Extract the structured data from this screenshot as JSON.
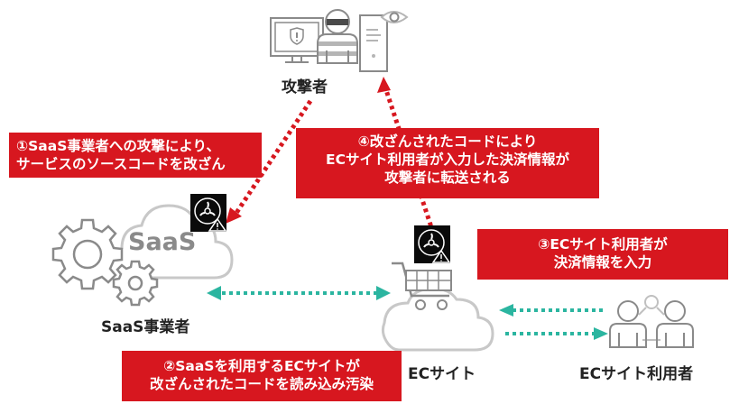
{
  "nodes": {
    "attacker": {
      "label": "攻撃者"
    },
    "saas": {
      "label": "SaaS事業者",
      "cloud_text": "SaaS"
    },
    "ec_site": {
      "label": "ECサイト"
    },
    "ec_user": {
      "label": "ECサイト利用者"
    }
  },
  "steps": [
    {
      "lines": [
        "①SaaS事業者への攻撃により、",
        "サービスのソースコードを改ざん"
      ]
    },
    {
      "lines": [
        "②SaaSを利用するECサイトが",
        "改ざんされたコードを読み込み汚染"
      ]
    },
    {
      "lines": [
        "③ECサイト利用者が",
        "決済情報を入力"
      ]
    },
    {
      "lines": [
        "④改ざんされたコードにより",
        "ECサイト利用者が入力した決済情報が",
        "攻撃者に転送される"
      ]
    }
  ],
  "colors": {
    "alert_red": "#d7171f",
    "flow_teal": "#2bb5a0",
    "icon_gray": "#8a8a8a",
    "cloud_gray": "#c8c8c8",
    "biohazard_bg": "#0a0a0a"
  },
  "icons": [
    "monitor-shield-icon",
    "hacker-icon",
    "server-eye-icon",
    "gear-icon",
    "cloud-icon",
    "shopping-cart-icon",
    "users-icon",
    "biohazard-warning-icon"
  ]
}
